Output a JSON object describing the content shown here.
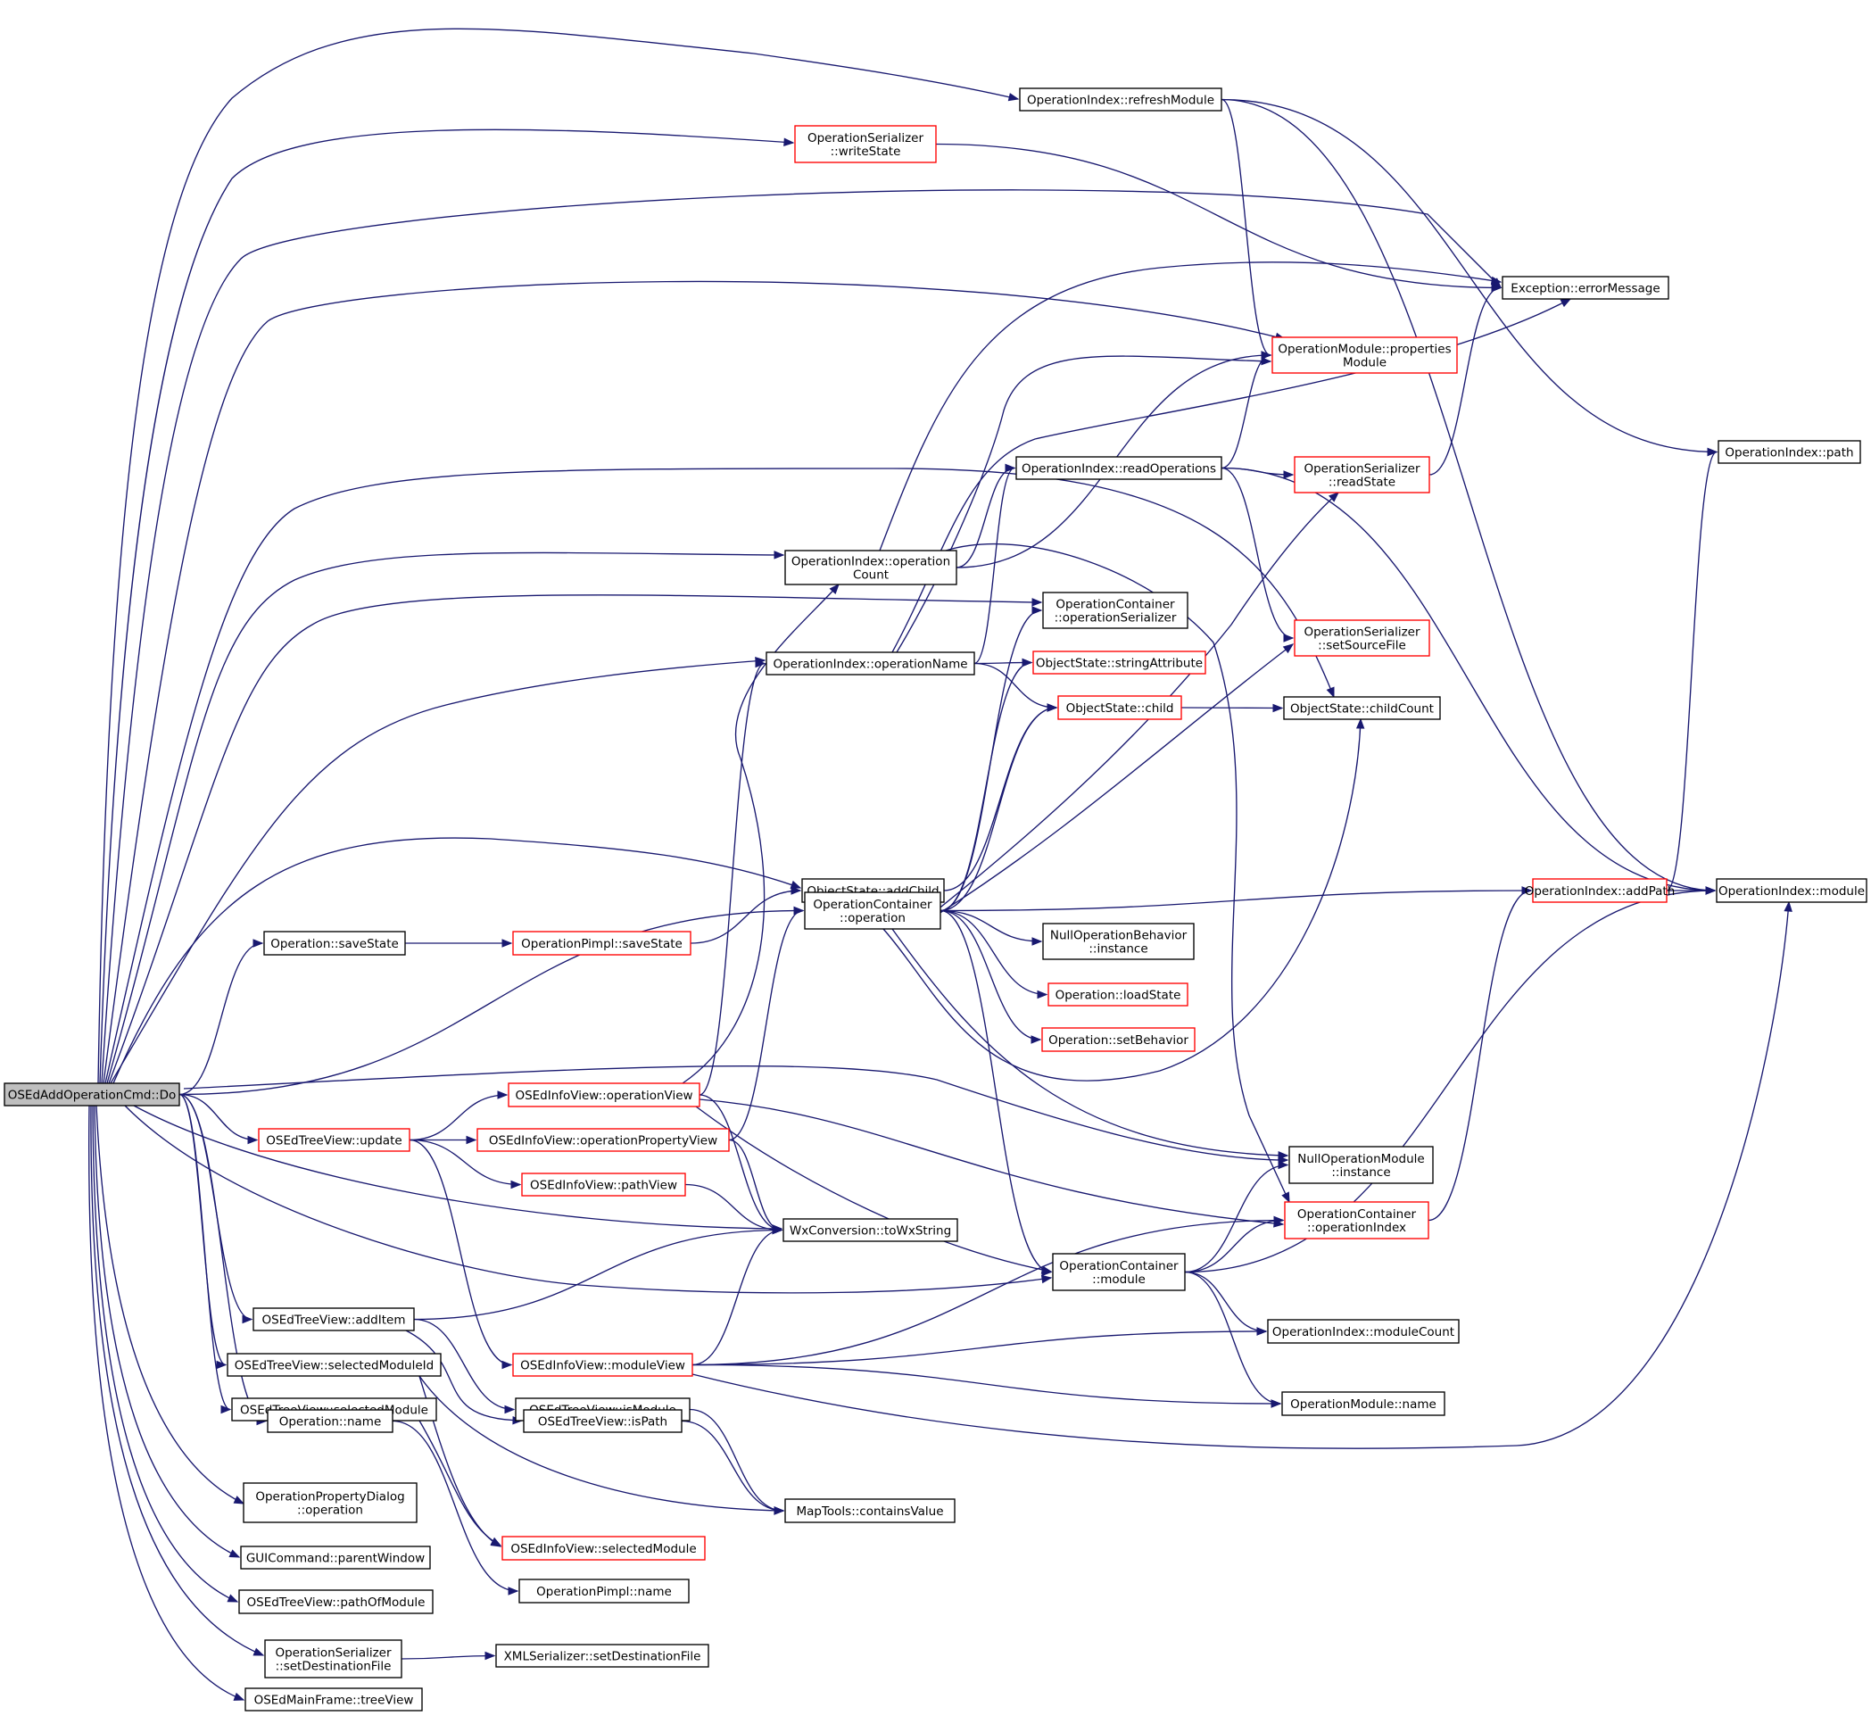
{
  "colors": {
    "edge": "#191970",
    "node_border_default": "#000000",
    "node_border_truncated": "#ff0000",
    "root_fill": "#bfbfbf",
    "node_fill": "#ffffff"
  },
  "nodes": {
    "root": {
      "lines": [
        "OSEdAddOperationCmd::Do"
      ],
      "style": "root"
    },
    "refreshModule": {
      "lines": [
        "OperationIndex::refreshModule"
      ],
      "style": "black"
    },
    "writeState": {
      "lines": [
        "OperationSerializer",
        "::writeState"
      ],
      "style": "red"
    },
    "errorMessage": {
      "lines": [
        "Exception::errorMessage"
      ],
      "style": "black"
    },
    "propertiesModule": {
      "lines": [
        "OperationModule::properties",
        "Module"
      ],
      "style": "red"
    },
    "indexPath": {
      "lines": [
        "OperationIndex::path"
      ],
      "style": "black"
    },
    "readOperations": {
      "lines": [
        "OperationIndex::readOperations"
      ],
      "style": "black"
    },
    "readState": {
      "lines": [
        "OperationSerializer",
        "::readState"
      ],
      "style": "red"
    },
    "opCount": {
      "lines": [
        "OperationIndex::operation",
        "Count"
      ],
      "style": "black"
    },
    "opSerializer": {
      "lines": [
        "OperationContainer",
        "::operationSerializer"
      ],
      "style": "black"
    },
    "setSourceFile": {
      "lines": [
        "OperationSerializer",
        "::setSourceFile"
      ],
      "style": "red"
    },
    "opName": {
      "lines": [
        "OperationIndex::operationName"
      ],
      "style": "black"
    },
    "stringAttr": {
      "lines": [
        "ObjectState::stringAttribute"
      ],
      "style": "red"
    },
    "osChild": {
      "lines": [
        "ObjectState::child"
      ],
      "style": "red"
    },
    "childCount": {
      "lines": [
        "ObjectState::childCount"
      ],
      "style": "black"
    },
    "addChild": {
      "lines": [
        "ObjectState::addChild"
      ],
      "style": "black"
    },
    "addPath": {
      "lines": [
        "OperationIndex::addPath"
      ],
      "style": "red"
    },
    "indexModule": {
      "lines": [
        "OperationIndex::module"
      ],
      "style": "black"
    },
    "opSaveState": {
      "lines": [
        "Operation::saveState"
      ],
      "style": "black"
    },
    "pimplSaveState": {
      "lines": [
        "OperationPimpl::saveState"
      ],
      "style": "red"
    },
    "containerOperation": {
      "lines": [
        "OperationContainer",
        "::operation"
      ],
      "style": "black"
    },
    "nullBehavior": {
      "lines": [
        "NullOperationBehavior",
        "::instance"
      ],
      "style": "black"
    },
    "loadState": {
      "lines": [
        "Operation::loadState"
      ],
      "style": "red"
    },
    "setBehavior": {
      "lines": [
        "Operation::setBehavior"
      ],
      "style": "red"
    },
    "opView": {
      "lines": [
        "OSEdInfoView::operationView"
      ],
      "style": "red"
    },
    "treeUpdate": {
      "lines": [
        "OSEdTreeView::update"
      ],
      "style": "red"
    },
    "propView": {
      "lines": [
        "OSEdInfoView::operationPropertyView"
      ],
      "style": "red"
    },
    "nullModule": {
      "lines": [
        "NullOperationModule",
        "::instance"
      ],
      "style": "black"
    },
    "pathView": {
      "lines": [
        "OSEdInfoView::pathView"
      ],
      "style": "red"
    },
    "containerIndex": {
      "lines": [
        "OperationContainer",
        "::operationIndex"
      ],
      "style": "red"
    },
    "toWxString": {
      "lines": [
        "WxConversion::toWxString"
      ],
      "style": "black"
    },
    "containerModule": {
      "lines": [
        "OperationContainer",
        "::module"
      ],
      "style": "black"
    },
    "addItem": {
      "lines": [
        "OSEdTreeView::addItem"
      ],
      "style": "black"
    },
    "moduleCount": {
      "lines": [
        "OperationIndex::moduleCount"
      ],
      "style": "black"
    },
    "selectedModuleId": {
      "lines": [
        "OSEdTreeView::selectedModuleId"
      ],
      "style": "black"
    },
    "moduleView": {
      "lines": [
        "OSEdInfoView::moduleView"
      ],
      "style": "red"
    },
    "selectedModule": {
      "lines": [
        "OSEdTreeView::selectedModule"
      ],
      "style": "black"
    },
    "isModule": {
      "lines": [
        "OSEdTreeView::isModule"
      ],
      "style": "black"
    },
    "moduleName": {
      "lines": [
        "OperationModule::name"
      ],
      "style": "black"
    },
    "operationName": {
      "lines": [
        "Operation::name"
      ],
      "style": "black"
    },
    "isPath": {
      "lines": [
        "OSEdTreeView::isPath"
      ],
      "style": "black"
    },
    "propDialog": {
      "lines": [
        "OperationPropertyDialog",
        "::operation"
      ],
      "style": "black"
    },
    "containsValue": {
      "lines": [
        "MapTools::containsValue"
      ],
      "style": "black"
    },
    "infoSelectedModule": {
      "lines": [
        "OSEdInfoView::selectedModule"
      ],
      "style": "red"
    },
    "parentWindow": {
      "lines": [
        "GUICommand::parentWindow"
      ],
      "style": "black"
    },
    "pimplName": {
      "lines": [
        "OperationPimpl::name"
      ],
      "style": "black"
    },
    "pathOfModule": {
      "lines": [
        "OSEdTreeView::pathOfModule"
      ],
      "style": "black"
    },
    "setDestFile": {
      "lines": [
        "OperationSerializer",
        "::setDestinationFile"
      ],
      "style": "black"
    },
    "xmlSetDest": {
      "lines": [
        "XMLSerializer::setDestinationFile"
      ],
      "style": "black"
    },
    "treeViewMain": {
      "lines": [
        "OSEdMainFrame::treeView"
      ],
      "style": "black"
    }
  },
  "edges": [
    [
      "root",
      "refreshModule"
    ],
    [
      "root",
      "writeState"
    ],
    [
      "root",
      "errorMessage"
    ],
    [
      "root",
      "propertiesModule"
    ],
    [
      "root",
      "childCount"
    ],
    [
      "root",
      "opCount"
    ],
    [
      "root",
      "opSerializer"
    ],
    [
      "root",
      "opName"
    ],
    [
      "root",
      "addChild"
    ],
    [
      "root",
      "opSaveState"
    ],
    [
      "root",
      "containerOperation"
    ],
    [
      "root",
      "nullModule"
    ],
    [
      "root",
      "treeUpdate"
    ],
    [
      "root",
      "toWxString"
    ],
    [
      "root",
      "containerModule"
    ],
    [
      "root",
      "addItem"
    ],
    [
      "root",
      "selectedModuleId"
    ],
    [
      "root",
      "selectedModule"
    ],
    [
      "root",
      "operationName"
    ],
    [
      "root",
      "propDialog"
    ],
    [
      "root",
      "parentWindow"
    ],
    [
      "root",
      "pathOfModule"
    ],
    [
      "root",
      "setDestFile"
    ],
    [
      "root",
      "treeViewMain"
    ],
    [
      "refreshModule",
      "indexPath"
    ],
    [
      "refreshModule",
      "indexModule"
    ],
    [
      "refreshModule",
      "propertiesModule"
    ],
    [
      "writeState",
      "errorMessage"
    ],
    [
      "readOperations",
      "propertiesModule"
    ],
    [
      "readOperations",
      "readState"
    ],
    [
      "readOperations",
      "setSourceFile"
    ],
    [
      "readOperations",
      "indexModule"
    ],
    [
      "readState",
      "errorMessage"
    ],
    [
      "opCount",
      "readOperations"
    ],
    [
      "opCount",
      "errorMessage"
    ],
    [
      "opCount",
      "propertiesModule"
    ],
    [
      "opCount",
      "containerIndex"
    ],
    [
      "opName",
      "readOperations"
    ],
    [
      "opName",
      "errorMessage"
    ],
    [
      "opName",
      "propertiesModule"
    ],
    [
      "opName",
      "stringAttr"
    ],
    [
      "opName",
      "osChild"
    ],
    [
      "osChild",
      "childCount"
    ],
    [
      "addChild",
      "osChild"
    ],
    [
      "addPath",
      "indexPath"
    ],
    [
      "addPath",
      "indexModule"
    ],
    [
      "opSaveState",
      "pimplSaveState"
    ],
    [
      "pimplSaveState",
      "addChild"
    ],
    [
      "containerOperation",
      "opSerializer"
    ],
    [
      "containerOperation",
      "stringAttr"
    ],
    [
      "containerOperation",
      "osChild"
    ],
    [
      "containerOperation",
      "readState"
    ],
    [
      "containerOperation",
      "setSourceFile"
    ],
    [
      "containerOperation",
      "childCount"
    ],
    [
      "containerOperation",
      "addPath"
    ],
    [
      "containerOperation",
      "nullBehavior"
    ],
    [
      "containerOperation",
      "loadState"
    ],
    [
      "containerOperation",
      "setBehavior"
    ],
    [
      "containerOperation",
      "nullModule"
    ],
    [
      "containerOperation",
      "containerModule"
    ],
    [
      "treeUpdate",
      "opView"
    ],
    [
      "treeUpdate",
      "propView"
    ],
    [
      "treeUpdate",
      "pathView"
    ],
    [
      "treeUpdate",
      "moduleView"
    ],
    [
      "opView",
      "opCount"
    ],
    [
      "opView",
      "opName"
    ],
    [
      "opView",
      "toWxString"
    ],
    [
      "opView",
      "containerIndex"
    ],
    [
      "opView",
      "containerModule"
    ],
    [
      "propView",
      "containerOperation"
    ],
    [
      "propView",
      "toWxString"
    ],
    [
      "pathView",
      "toWxString"
    ],
    [
      "containerModule",
      "nullModule"
    ],
    [
      "containerModule",
      "containerIndex"
    ],
    [
      "containerModule",
      "indexModule"
    ],
    [
      "containerModule",
      "moduleCount"
    ],
    [
      "containerModule",
      "moduleName"
    ],
    [
      "containerIndex",
      "addPath"
    ],
    [
      "moduleView",
      "toWxString"
    ],
    [
      "moduleView",
      "containerIndex"
    ],
    [
      "moduleView",
      "moduleCount"
    ],
    [
      "moduleView",
      "moduleName"
    ],
    [
      "moduleView",
      "indexModule"
    ],
    [
      "addItem",
      "toWxString"
    ],
    [
      "addItem",
      "isModule"
    ],
    [
      "addItem",
      "isPath"
    ],
    [
      "selectedModuleId",
      "containsValue"
    ],
    [
      "selectedModuleId",
      "infoSelectedModule"
    ],
    [
      "selectedModule",
      "infoSelectedModule"
    ],
    [
      "isModule",
      "containsValue"
    ],
    [
      "isPath",
      "containsValue"
    ],
    [
      "operationName",
      "pimplName"
    ],
    [
      "setDestFile",
      "xmlSetDest"
    ]
  ]
}
